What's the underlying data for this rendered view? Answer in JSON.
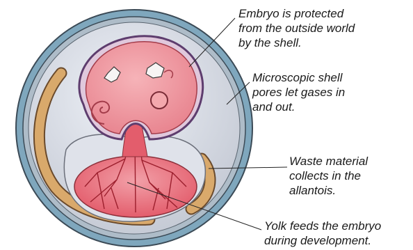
{
  "labels": {
    "shell": [
      "Embryo is protected",
      "from the outside world",
      "by the shell."
    ],
    "pores": [
      "Microscopic shell",
      "pores let gases in",
      "and out."
    ],
    "waste": [
      "Waste material",
      "collects in the",
      "allantois."
    ],
    "yolk": [
      "Yolk feeds the embryo",
      "during development."
    ]
  }
}
